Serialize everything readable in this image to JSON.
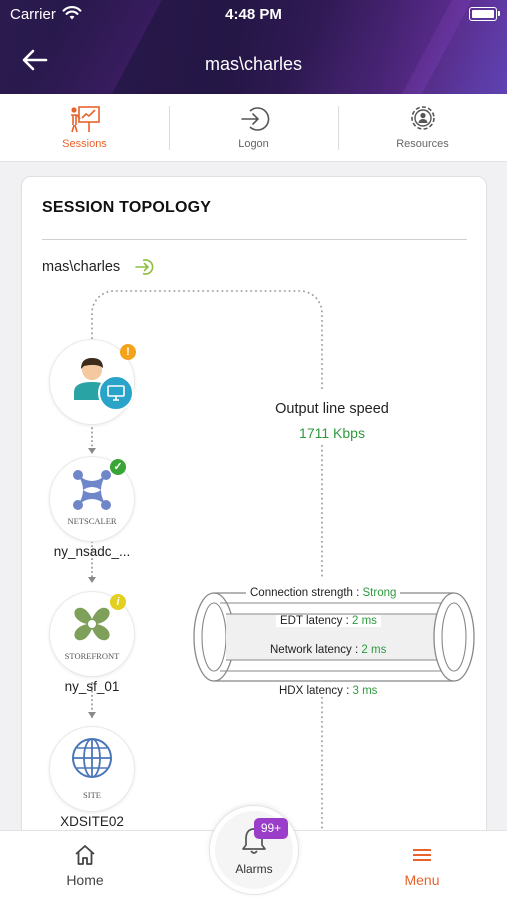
{
  "status_bar": {
    "carrier": "Carrier",
    "time": "4:48 PM"
  },
  "header": {
    "title": "mas\\charles"
  },
  "tabs": [
    {
      "label": "Sessions",
      "icon": "presentation-icon",
      "active": true
    },
    {
      "label": "Logon",
      "icon": "logon-icon",
      "active": false
    },
    {
      "label": "Resources",
      "icon": "gear-user-icon",
      "active": false
    }
  ],
  "topology": {
    "title": "SESSION TOPOLOGY",
    "user": "mas\\charles",
    "nodes": [
      {
        "icon": "user-desktop-icon",
        "label": "",
        "status": "warning"
      },
      {
        "icon": "netscaler-icon",
        "logo_text": "NETSCALER",
        "label": "ny_nsadc_...",
        "status": "ok"
      },
      {
        "icon": "storefront-icon",
        "logo_text": "STOREFRONT",
        "label": "ny_sf_01",
        "status": "info"
      },
      {
        "icon": "site-globe-icon",
        "logo_text": "SITE",
        "label": "XDSITE02",
        "status": "none"
      }
    ],
    "output_line_speed": {
      "label": "Output line speed",
      "value": "1711 Kbps"
    },
    "connection": {
      "strength_label": "Connection strength : ",
      "strength_value": "Strong",
      "edt_label": "EDT latency : ",
      "edt_value": "2 ms",
      "network_label": "Network latency : ",
      "network_value": "2 ms",
      "hdx_label": "HDX latency : ",
      "hdx_value": "3 ms"
    }
  },
  "bottom_nav": {
    "home": "Home",
    "alarms": "Alarms",
    "alarm_count": "99+",
    "menu": "Menu"
  },
  "colors": {
    "accent": "#e8632b",
    "good": "#2f9a3d",
    "badge": "#9a3ec9"
  }
}
